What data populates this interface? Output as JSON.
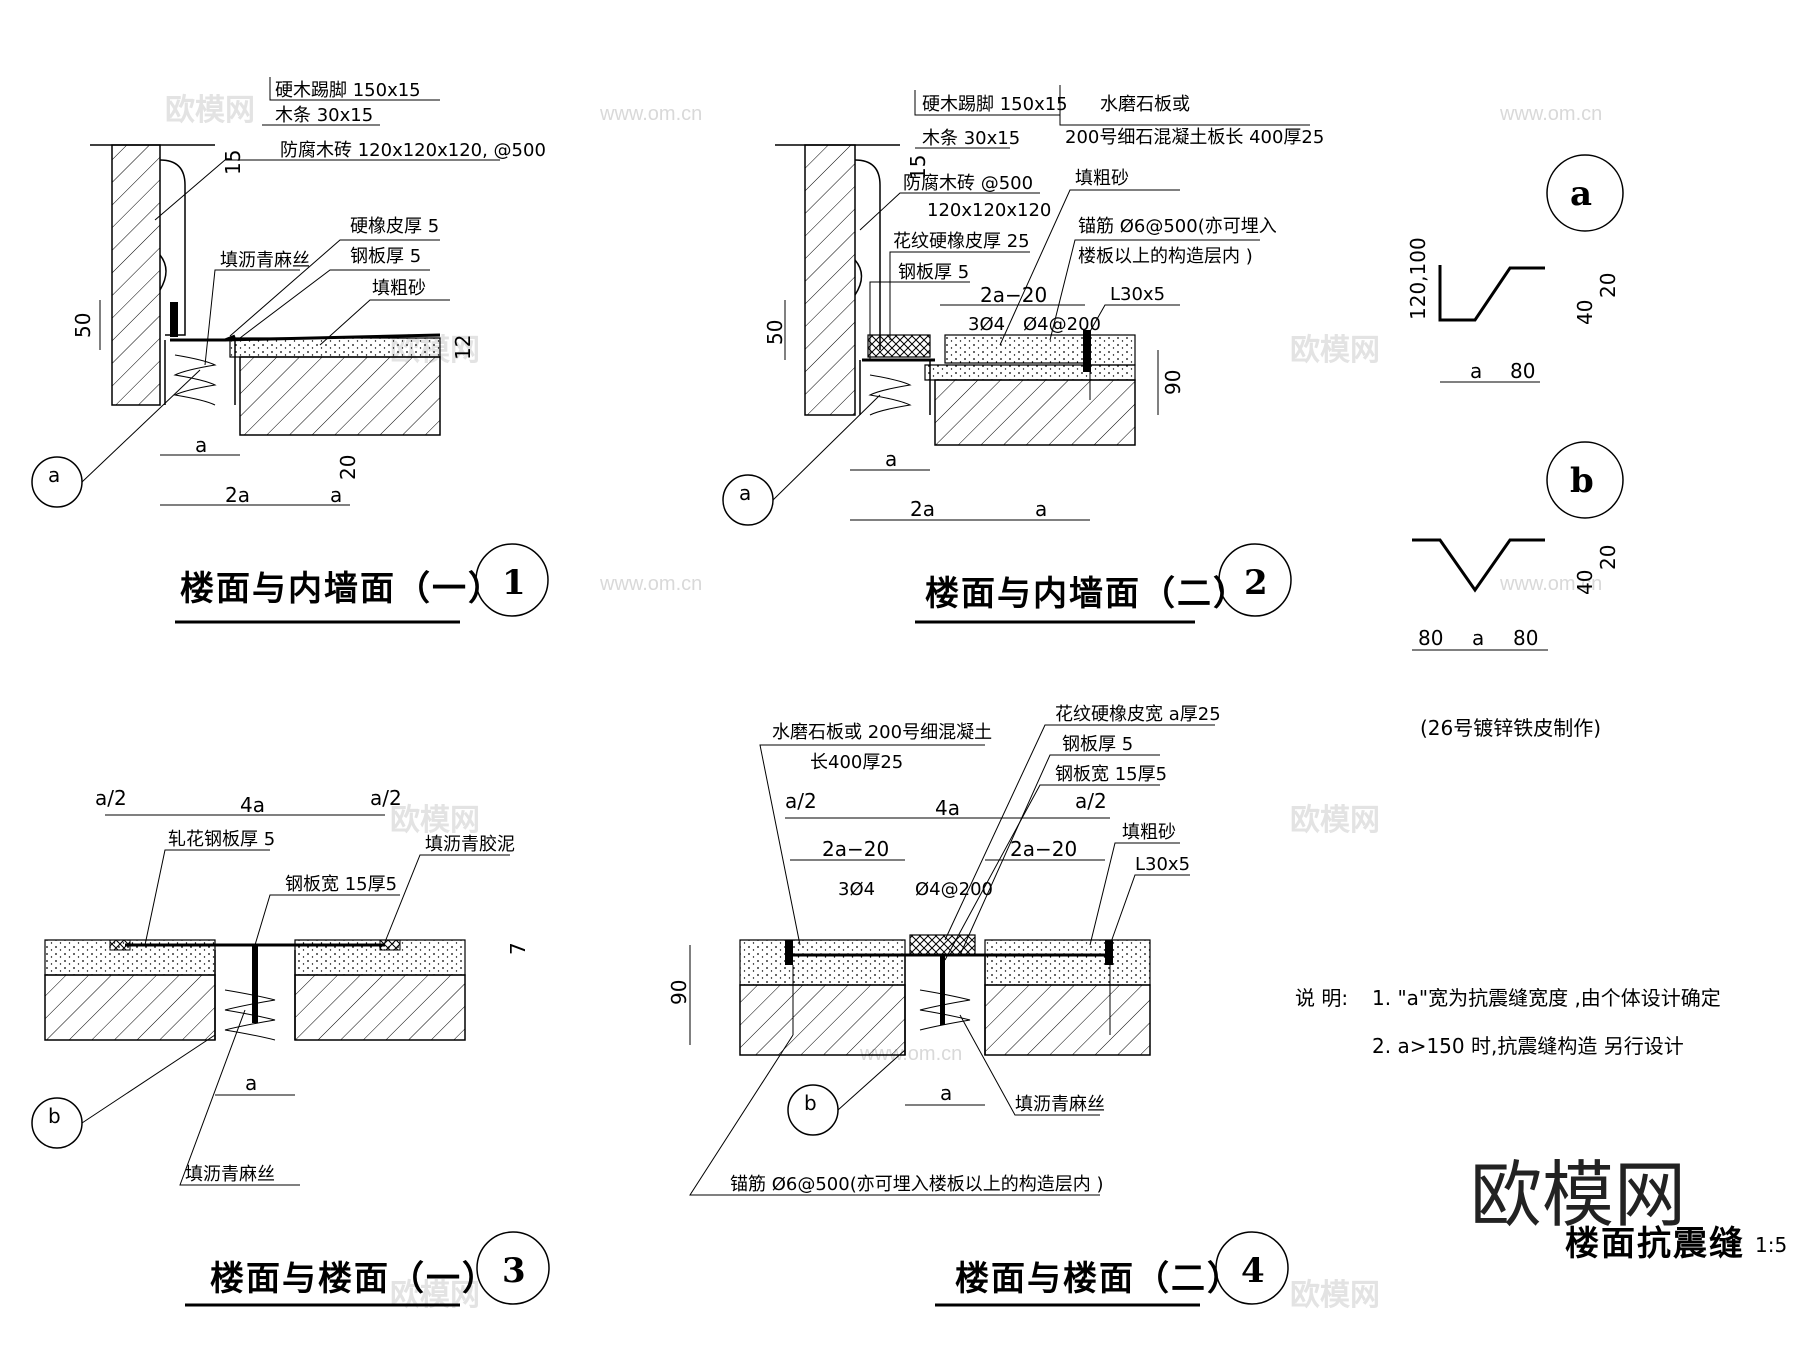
{
  "sheet": {
    "title": "楼面抗震缝",
    "scale": "1:5",
    "watermark_text": "欧模网",
    "watermark_url": "www.om.cn"
  },
  "detail1": {
    "title": "楼面与内墙面（一）",
    "number": "1",
    "labels": [
      "硬木踢脚  150x15",
      "木条  30x15",
      "防腐木砖   120x120x120, @500",
      "硬橡皮厚  5",
      "钢板厚  5",
      "填沥青麻丝",
      "填粗砂"
    ],
    "dims": [
      "15",
      "50",
      "12",
      "a",
      "20",
      "2a",
      "a"
    ],
    "ref": "a"
  },
  "detail2": {
    "title": "楼面与内墙面（二）",
    "number": "2",
    "labels": [
      "硬木踢脚  150x15",
      "木条  30x15",
      "防腐木砖  @500",
      "120x120x120",
      "花纹硬橡皮厚    25",
      "钢板厚  5",
      "水磨石板或",
      "200号细石混凝土板长      400厚25",
      "填粗砂",
      "锚筋  Ø6@500(亦可埋入",
      "楼板以上的构造层内        )",
      "L30x5",
      "2a−20",
      "3Ø4",
      "Ø4@200"
    ],
    "dims": [
      "15",
      "50",
      "90",
      "a",
      "2a",
      "a"
    ],
    "ref": "a"
  },
  "detail3": {
    "title": "楼面与楼面（一）",
    "number": "3",
    "labels": [
      "轧花钢板厚  5",
      "钢板宽      15厚5",
      "填沥青胶泥",
      "填沥青麻丝"
    ],
    "dims": [
      "a/2",
      "4a",
      "a/2",
      "7",
      "a"
    ],
    "ref": "b"
  },
  "detail4": {
    "title": "楼面与楼面（二）",
    "number": "4",
    "labels": [
      "水磨石板或   200号细混凝土",
      "长400厚25",
      "花纹硬橡皮宽    a厚25",
      "钢板厚  5",
      "钢板宽  15厚5",
      "填粗砂",
      "L30x5",
      "填沥青麻丝",
      "锚筋    Ø6@500(亦可埋入楼板以上的构造层内         )"
    ],
    "dims": [
      "a/2",
      "4a",
      "a/2",
      "2a−20",
      "2a−20",
      "3Ø4",
      "Ø4@200",
      "90",
      "a"
    ],
    "ref": "b"
  },
  "profiles": {
    "a": {
      "label": "a",
      "dims": [
        "120,100",
        "a",
        "80",
        "40",
        "20"
      ]
    },
    "b": {
      "label": "b",
      "dims": [
        "80",
        "a",
        "80",
        "40",
        "20"
      ]
    },
    "note": "(26号镀锌铁皮制作)"
  },
  "notes": {
    "heading": "说  明:",
    "items": [
      "1. \"a\"宽为抗震缝宽度     ,由个体设计确定",
      "2. a>150 时,抗震缝构造  另行设计"
    ]
  }
}
